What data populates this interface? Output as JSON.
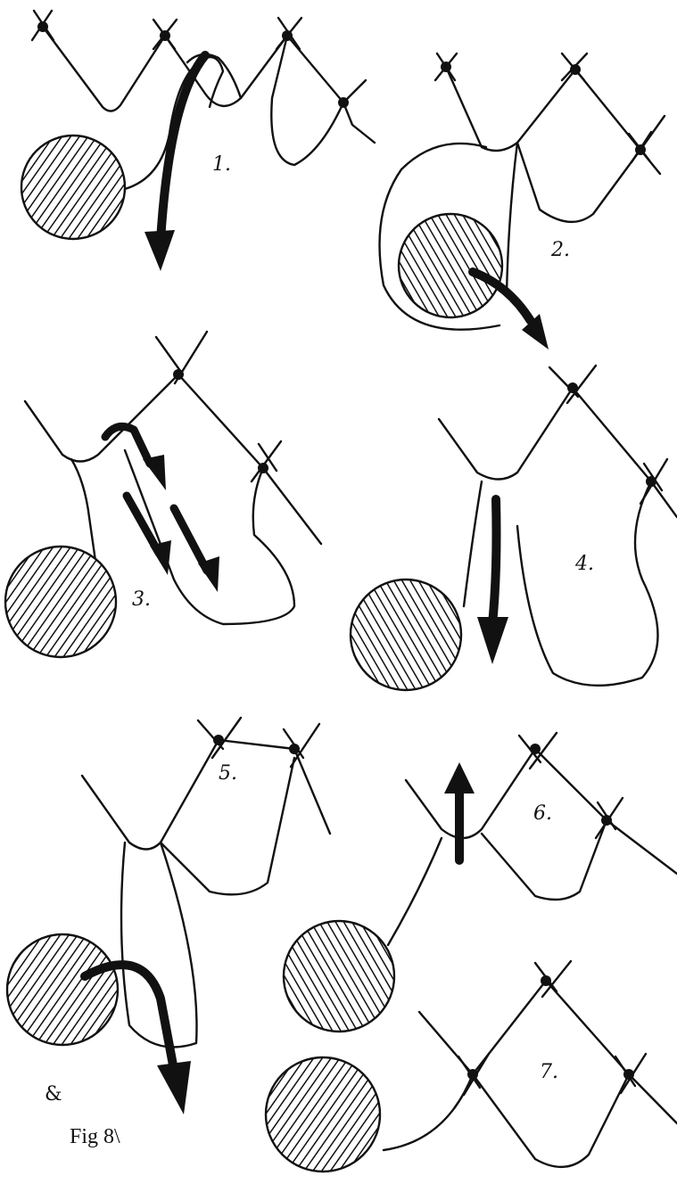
{
  "figure": {
    "caption": "Fig 8\\",
    "monogram": "&",
    "steps": [
      {
        "label": "1."
      },
      {
        "label": "2."
      },
      {
        "label": "3."
      },
      {
        "label": "4."
      },
      {
        "label": "5."
      },
      {
        "label": "6."
      },
      {
        "label": "7."
      }
    ]
  },
  "colors": {
    "ink": "#111111",
    "paper": "#ffffff"
  }
}
